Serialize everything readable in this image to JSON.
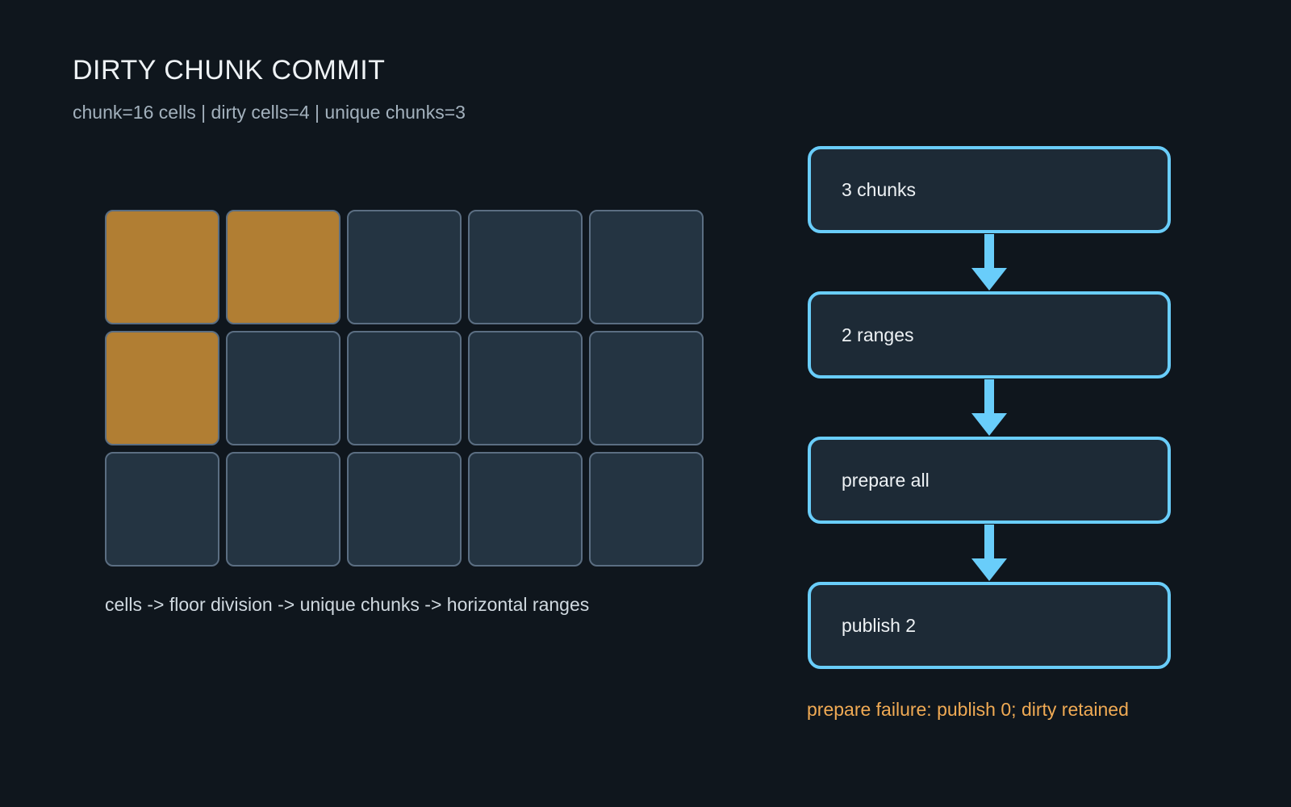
{
  "title": "DIRTY CHUNK COMMIT",
  "subtitle": "chunk=16 cells | dirty cells=4 | unique chunks=3",
  "grid": {
    "rows": [
      [
        true,
        true,
        false,
        false,
        false
      ],
      [
        true,
        false,
        false,
        false,
        false
      ],
      [
        false,
        false,
        false,
        false,
        false
      ]
    ]
  },
  "caption": "cells -> floor division -> unique chunks -> horizontal ranges",
  "steps": [
    {
      "label": "3 chunks"
    },
    {
      "label": "2 ranges"
    },
    {
      "label": "prepare all"
    },
    {
      "label": "publish 2"
    }
  ],
  "failure_note": "prepare failure: publish 0; dirty retained",
  "colors": {
    "background": "#0f161d",
    "dirty_cell": "#b17e33",
    "clean_cell": "#243442",
    "flow_accent": "#69cdfa",
    "warning_text": "#f0aa54"
  }
}
